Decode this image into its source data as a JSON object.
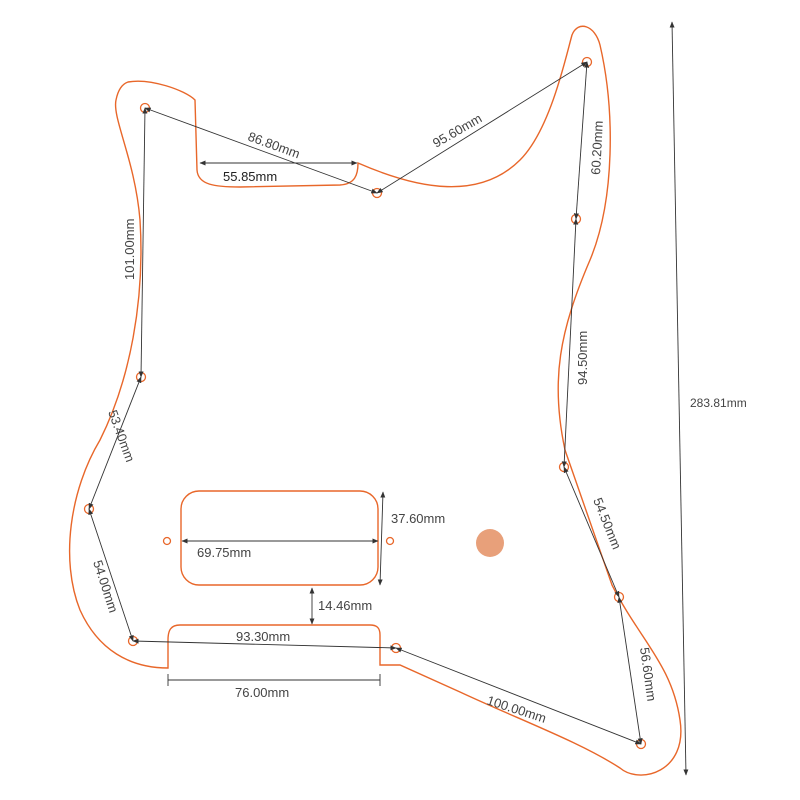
{
  "title": "Pickguard dimensions diagram",
  "colors": {
    "outline": "#e8672a",
    "dimension": "#333333",
    "knob": "#e8a07a"
  },
  "dimensions": {
    "top_left_diag": "86.80mm",
    "cutout_width": "55.85mm",
    "top_right_diag": "95.60mm",
    "horn_side": "60.20mm",
    "left_upper": "101.00mm",
    "right_mid": "94.50mm",
    "overall_height": "283.81mm",
    "left_mid": "53.40mm",
    "right_lower": "54.50mm",
    "pickup_height": "37.60mm",
    "pickup_width": "69.75mm",
    "left_lower": "54.00mm",
    "pickup_gap": "14.46mm",
    "right_bottom": "56.60mm",
    "bottom_holes": "93.30mm",
    "bottom_cutout": "76.00mm",
    "bottom_diag": "100.00mm"
  }
}
